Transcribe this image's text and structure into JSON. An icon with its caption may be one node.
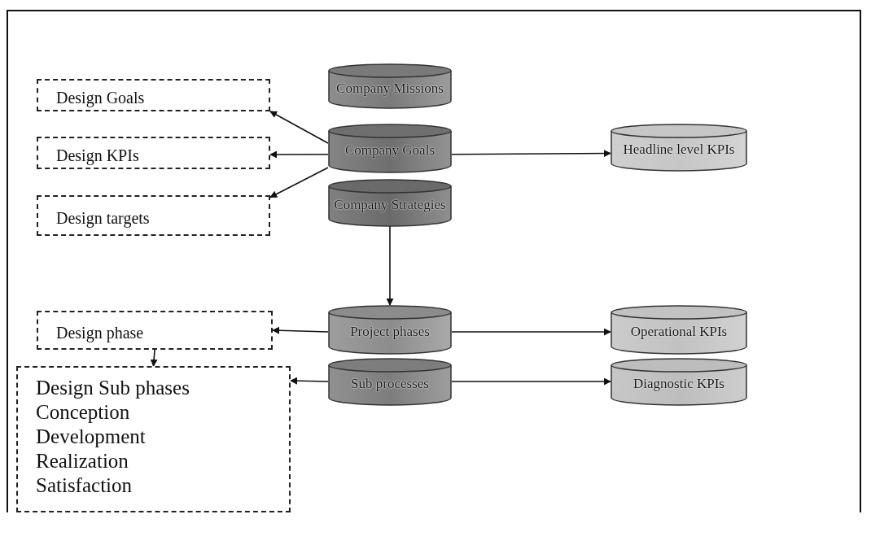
{
  "diagram": {
    "nodes": [
      {
        "text": [
          "Company Missions"
        ]
      },
      {
        "text": [
          "Company Goals"
        ]
      },
      {
        "text": [
          "Company Strategies"
        ]
      },
      {
        "text": [
          "Headline level KPIs"
        ]
      },
      {
        "text": [
          "Design Goals"
        ]
      },
      {
        "text": [
          "Design KPIs"
        ]
      },
      {
        "text": [
          "Design targets"
        ]
      },
      {
        "text": [
          "Project phases"
        ]
      },
      {
        "text": [
          "Operational KPIs"
        ]
      },
      {
        "text": [
          "Design phase"
        ]
      },
      {
        "text": [
          "Sub processes"
        ]
      },
      {
        "text": [
          "Diagnostic KPIs"
        ]
      },
      {
        "text": [
          "Design Sub phases",
          "Conception",
          "Development",
          "Realization",
          "Satisfaction"
        ]
      }
    ],
    "edges": [
      {
        "from": 1,
        "to": 4,
        "arrow": "to"
      },
      {
        "from": 1,
        "to": 5,
        "arrow": "to"
      },
      {
        "from": 1,
        "to": 6,
        "arrow": "to"
      },
      {
        "from": 1,
        "to": 3,
        "arrow": "to"
      },
      {
        "from": 2,
        "to": 7,
        "arrow": "to"
      },
      {
        "from": 7,
        "to": 9,
        "arrow": "to"
      },
      {
        "from": 7,
        "to": 8,
        "arrow": "to"
      },
      {
        "from": 9,
        "to": 12,
        "arrow": "to"
      },
      {
        "from": 10,
        "to": 12,
        "arrow": "to"
      },
      {
        "from": 10,
        "to": 11,
        "arrow": "to"
      }
    ]
  }
}
